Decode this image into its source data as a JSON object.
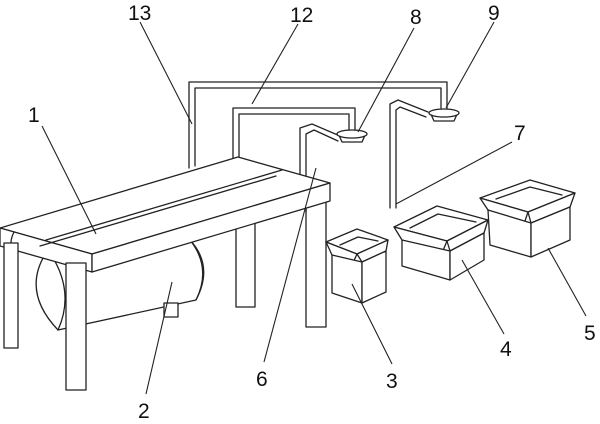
{
  "labels": {
    "l1": "1",
    "l2": "2",
    "l3": "3",
    "l4": "4",
    "l5": "5",
    "l6": "6",
    "l7": "7",
    "l8": "8",
    "l9": "9",
    "l12": "12",
    "l13": "13"
  },
  "colors": {
    "line": "#222222",
    "background": "#ffffff"
  }
}
